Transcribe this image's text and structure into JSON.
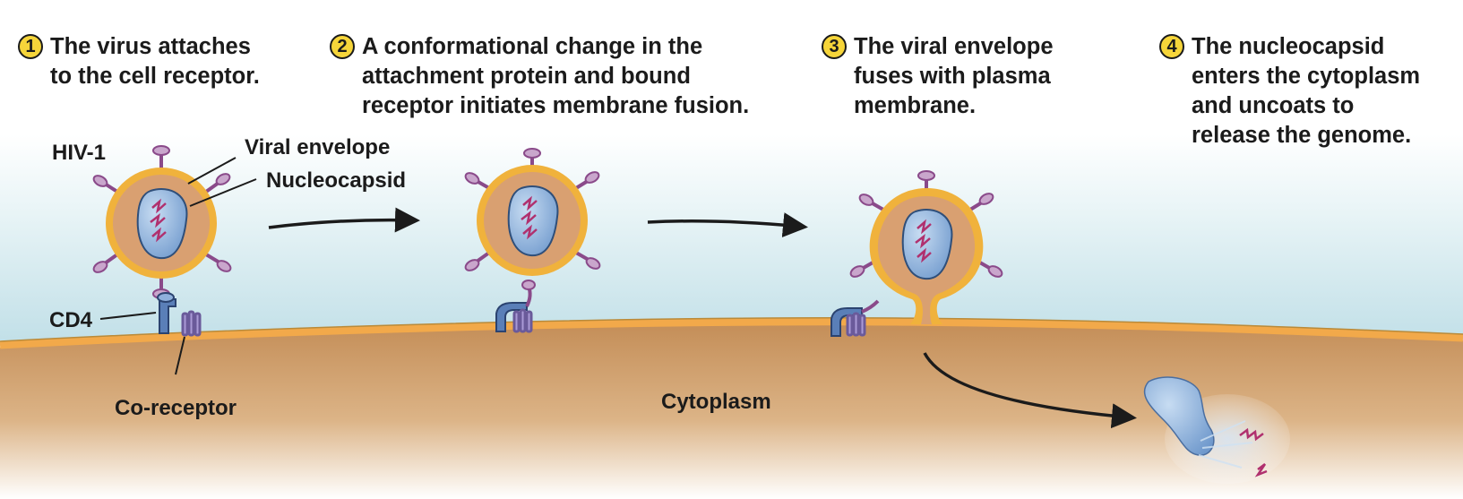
{
  "steps": [
    {
      "number": "1",
      "text": "The virus attaches\nto the cell receptor."
    },
    {
      "number": "2",
      "text": "A conformational change in the\nattachment protein and bound\nreceptor initiates membrane fusion."
    },
    {
      "number": "3",
      "text": "The viral envelope\nfuses with plasma\nmembrane."
    },
    {
      "number": "4",
      "text": "The nucleocapsid\nenters the cytoplasm\nand uncoats to\nrelease the genome."
    }
  ],
  "labels": {
    "virus": "HIV-1",
    "envelope": "Viral envelope",
    "nucleocapsid": "Nucleocapsid",
    "receptor": "CD4",
    "coreceptor": "Co-receptor",
    "cytoplasm": "Cytoplasm"
  },
  "colors": {
    "envelope": "#f0b23c",
    "virion_fill": "#d9a071",
    "capsid": "#8fb6e0",
    "genome": "#b0306e",
    "spike": "#8a4a8a",
    "membrane": "#f2a94a",
    "cytoplasm": "#c9955f",
    "receptor": "#5a7fb8",
    "badge": "#f6d53a"
  }
}
